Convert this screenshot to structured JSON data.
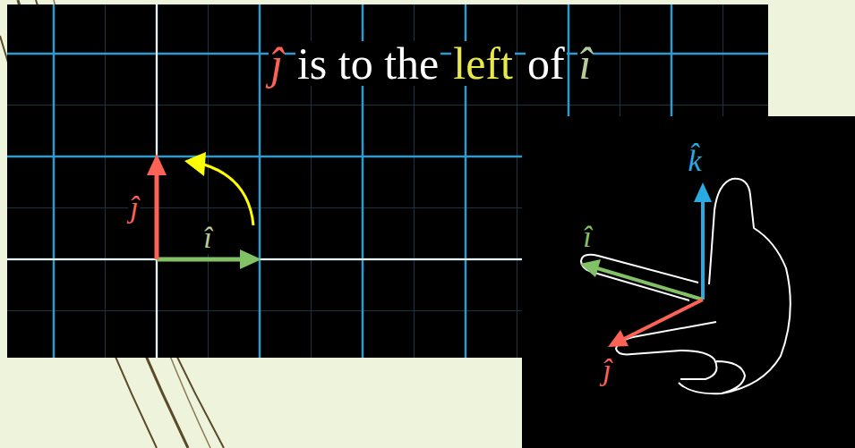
{
  "diagram": {
    "labels": [
      "ĵ",
      "is to the",
      "left",
      "of",
      "î",
      "ĵ",
      "î",
      "k̂",
      "î",
      "ĵ"
    ]
  }
}
